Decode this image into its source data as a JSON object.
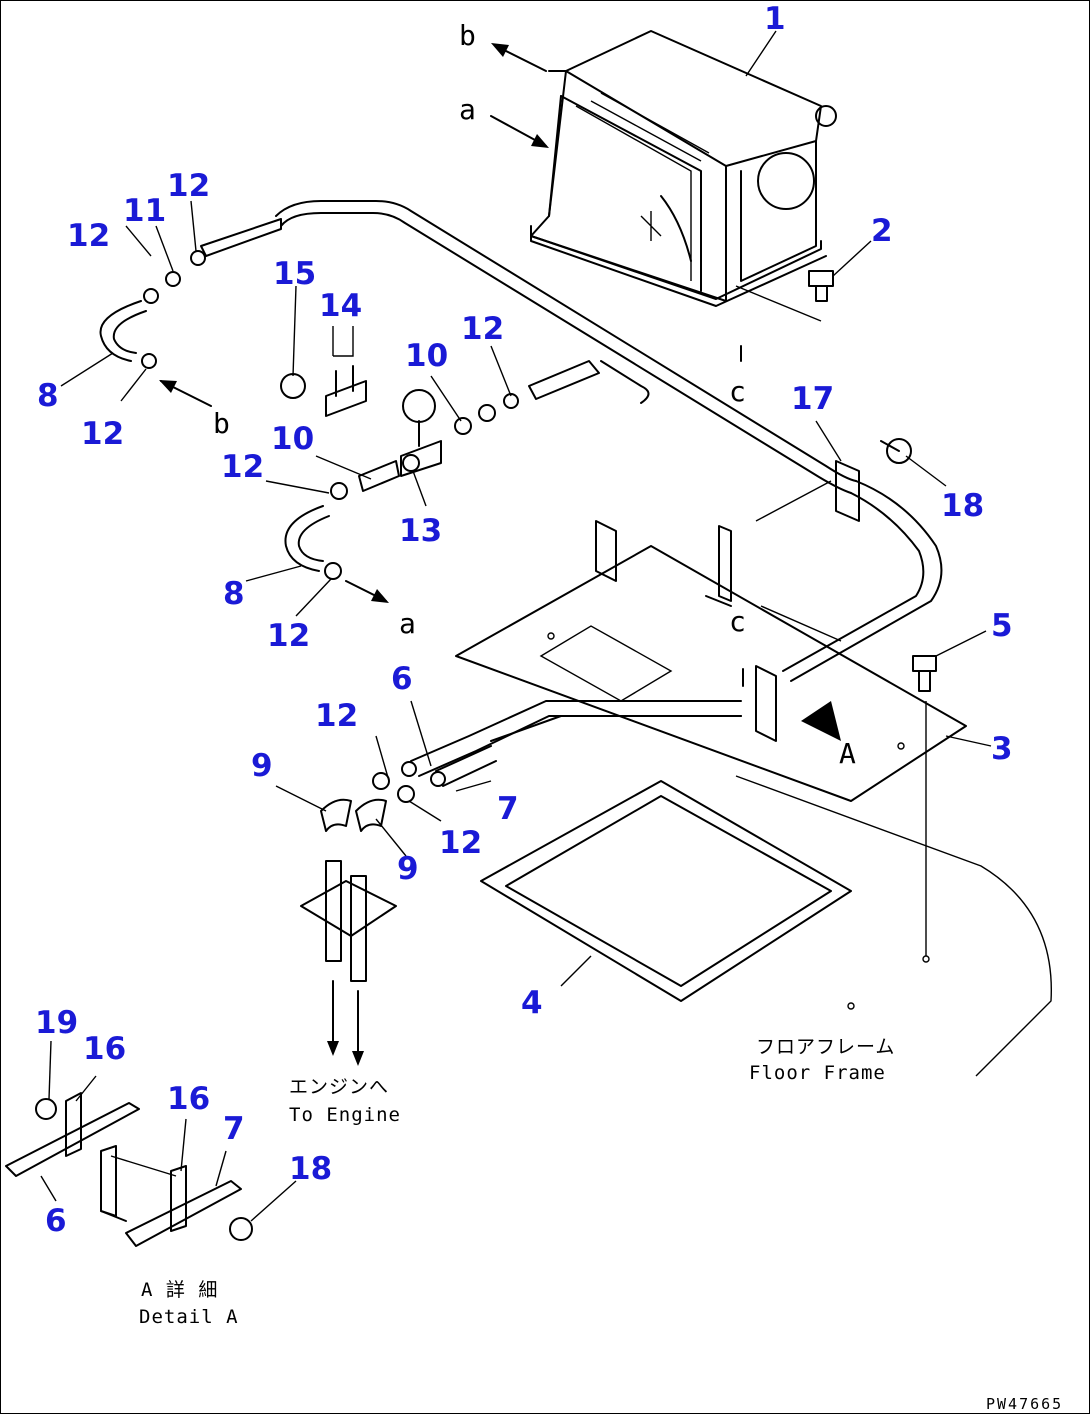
{
  "drawing_code": "PW47665",
  "part_callouts": [
    {
      "id": "c1",
      "label": "1"
    },
    {
      "id": "c2",
      "label": "2"
    },
    {
      "id": "c3",
      "label": "3"
    },
    {
      "id": "c4",
      "label": "4"
    },
    {
      "id": "c5",
      "label": "5"
    },
    {
      "id": "c6a",
      "label": "6"
    },
    {
      "id": "c6b",
      "label": "6"
    },
    {
      "id": "c7a",
      "label": "7"
    },
    {
      "id": "c7b",
      "label": "7"
    },
    {
      "id": "c8a",
      "label": "8"
    },
    {
      "id": "c8b",
      "label": "8"
    },
    {
      "id": "c9a",
      "label": "9"
    },
    {
      "id": "c9b",
      "label": "9"
    },
    {
      "id": "c10a",
      "label": "10"
    },
    {
      "id": "c10b",
      "label": "10"
    },
    {
      "id": "c11",
      "label": "11"
    },
    {
      "id": "c12a",
      "label": "12"
    },
    {
      "id": "c12b",
      "label": "12"
    },
    {
      "id": "c12c",
      "label": "12"
    },
    {
      "id": "c12d",
      "label": "12"
    },
    {
      "id": "c12e",
      "label": "12"
    },
    {
      "id": "c12f",
      "label": "12"
    },
    {
      "id": "c12g",
      "label": "12"
    },
    {
      "id": "c12h",
      "label": "12"
    },
    {
      "id": "c13",
      "label": "13"
    },
    {
      "id": "c14",
      "label": "14"
    },
    {
      "id": "c15",
      "label": "15"
    },
    {
      "id": "c16a",
      "label": "16"
    },
    {
      "id": "c16b",
      "label": "16"
    },
    {
      "id": "c17",
      "label": "17"
    },
    {
      "id": "c18a",
      "label": "18"
    },
    {
      "id": "c18b",
      "label": "18"
    },
    {
      "id": "c19",
      "label": "19"
    }
  ],
  "connection_letters": {
    "b_top": "b",
    "a_top": "a",
    "b_left": "b",
    "a_left": "a",
    "c_upper": "c",
    "c_lower": "c",
    "view_A": "A"
  },
  "notes": {
    "to_engine_jp": "エンジンへ",
    "to_engine_en": "To Engine",
    "floor_frame_jp": "フロアフレーム",
    "floor_frame_en": "Floor Frame",
    "detail_jp": "A 詳 細",
    "detail_en": "Detail A"
  },
  "colors": {
    "callout": "#1a1ad6",
    "linework": "#000000",
    "background": "#ffffff"
  }
}
